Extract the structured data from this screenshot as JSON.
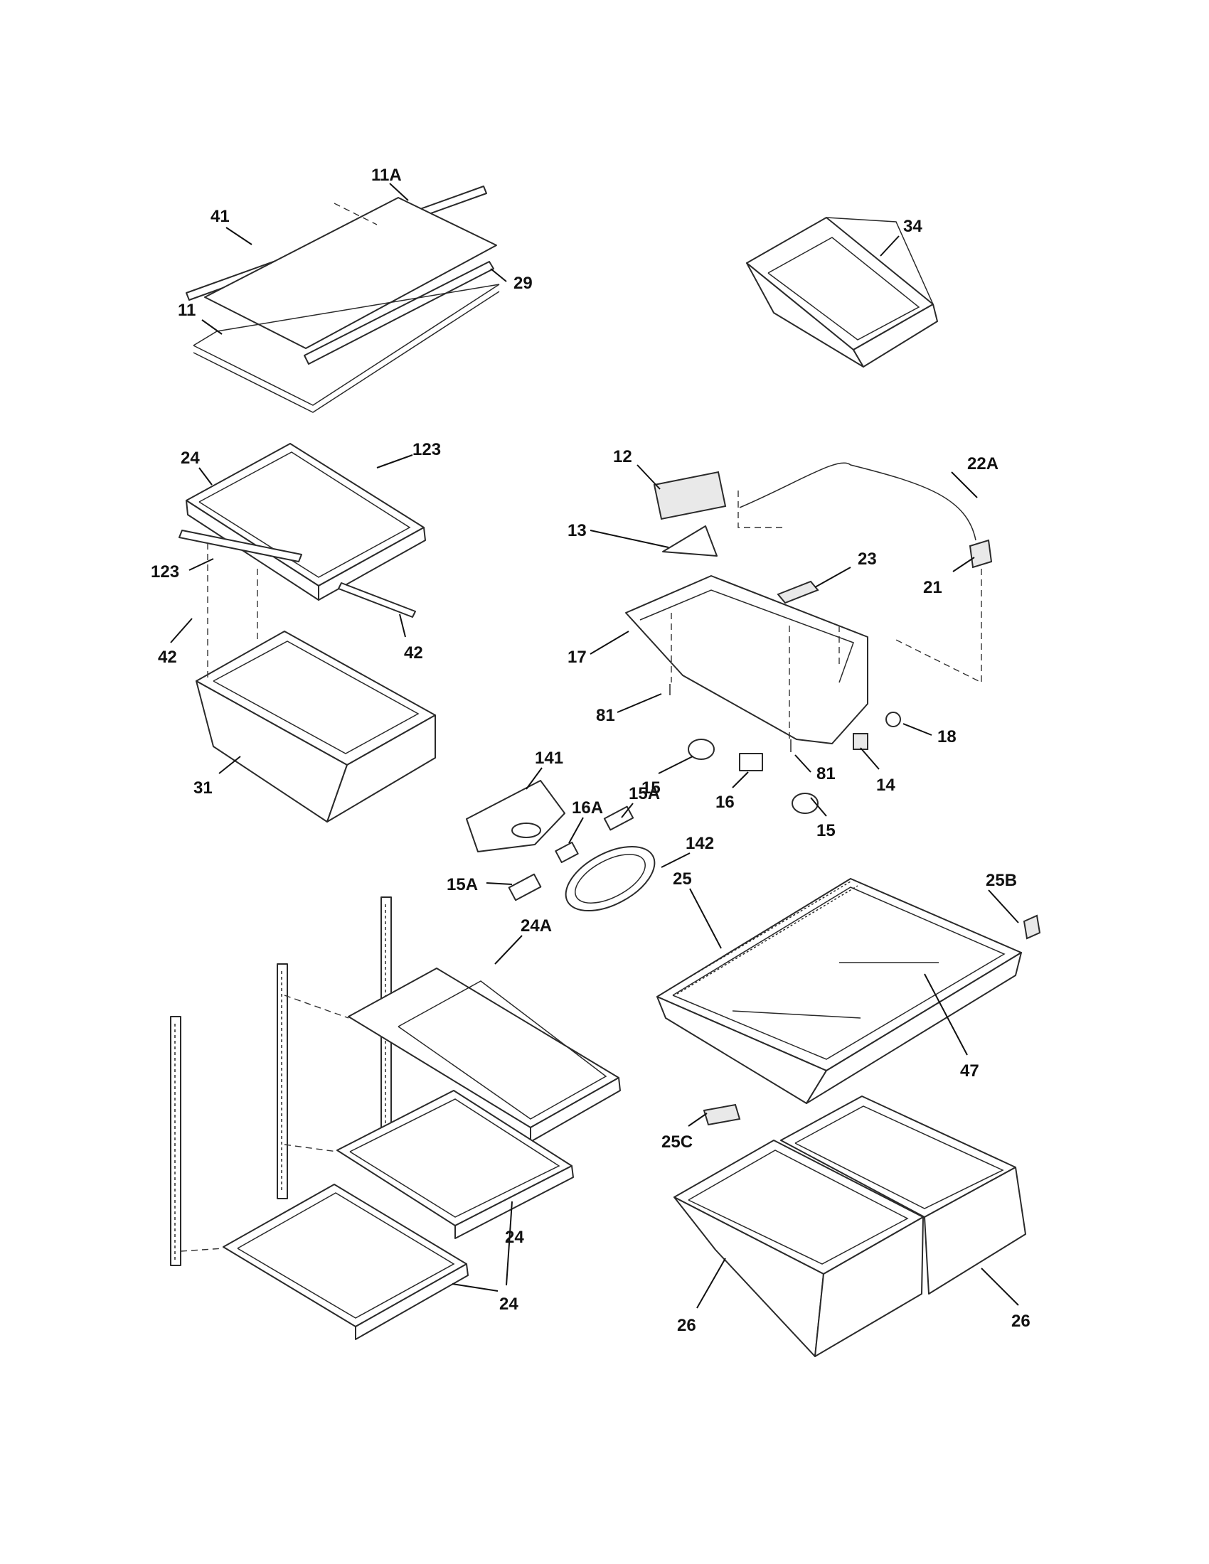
{
  "labels": {
    "p11A": "11A",
    "p41": "41",
    "p29": "29",
    "p11": "11",
    "p34": "34",
    "p24_top": "24",
    "p123_a": "123",
    "p123_b": "123",
    "p42_a": "42",
    "p42_b": "42",
    "p31": "31",
    "p12": "12",
    "p22A": "22A",
    "p13": "13",
    "p23": "23",
    "p21": "21",
    "p17": "17",
    "p81_a": "81",
    "p81_b": "81",
    "p18": "18",
    "p14": "14",
    "p15_a": "15",
    "p15_b": "15",
    "p16": "16",
    "p141": "141",
    "p16A": "16A",
    "p15A_a": "15A",
    "p15A_b": "15A",
    "p142": "142",
    "p25": "25",
    "p25B": "25B",
    "p24A": "24A",
    "p47": "47",
    "p25C": "25C",
    "p24_mid": "24",
    "p24_bot": "24",
    "p26_a": "26",
    "p26_b": "26"
  },
  "colors": {
    "line": "#2a2a2a",
    "background": "#ffffff",
    "shade": "#e9e9e9"
  }
}
